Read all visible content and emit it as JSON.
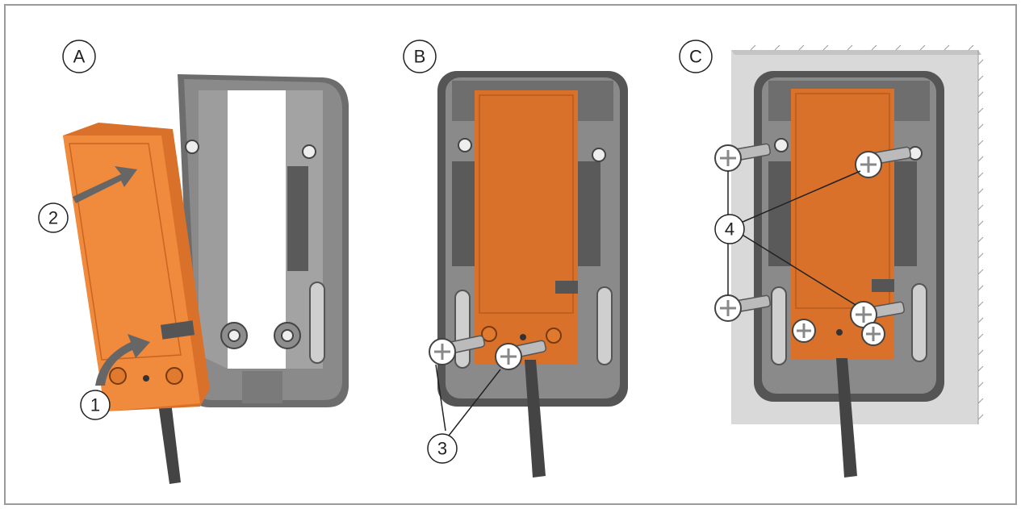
{
  "panels": [
    {
      "label": "A"
    },
    {
      "label": "B"
    },
    {
      "label": "C"
    }
  ],
  "callouts": {
    "one": "1",
    "two": "2",
    "three": "3",
    "four": "4"
  },
  "colors": {
    "frame_border": "#9a9a9a",
    "sensor_orange": "#f08a3c",
    "sensor_orange_dark": "#d9712a",
    "holder_gray": "#7d7d7d",
    "holder_dark": "#3f3f3f",
    "wall_gray": "#d9d9d9",
    "cable": "#444444",
    "arrow_gray": "#666666"
  }
}
